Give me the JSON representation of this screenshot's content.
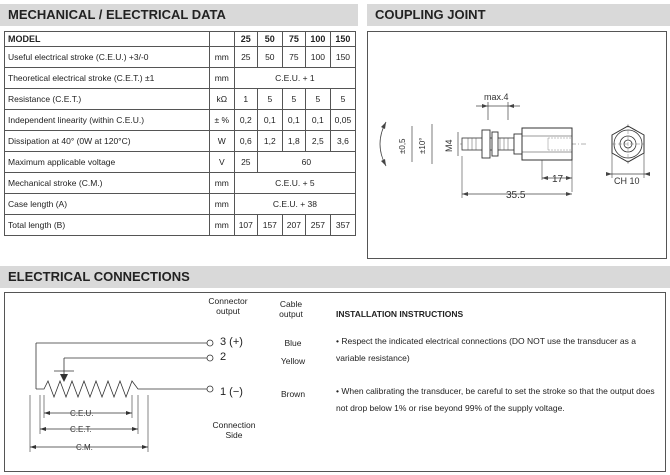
{
  "mech": {
    "title": "MECHANICAL / ELECTRICAL DATA",
    "model_label": "MODEL",
    "models": [
      "25",
      "50",
      "75",
      "100",
      "150"
    ],
    "rows": [
      {
        "label": "Useful electrical stroke (C.E.U.) +3/-0",
        "unit": "mm",
        "cells": [
          "25",
          "50",
          "75",
          "100",
          "150"
        ]
      },
      {
        "label": "Theoretical electrical stroke (C.E.T.) ±1",
        "unit": "mm",
        "merged": "C.E.U. + 1"
      },
      {
        "label": "Resistance  (C.E.T.)",
        "unit": "kΩ",
        "cells": [
          "1",
          "5",
          "5",
          "5",
          "5"
        ]
      },
      {
        "label": "Independent linearity (within C.E.U.)",
        "unit": "± %",
        "cells": [
          "0,2",
          "0,1",
          "0,1",
          "0,1",
          "0,05"
        ]
      },
      {
        "label": "Dissipation at 40° (0W at 120°C)",
        "unit": "W",
        "cells": [
          "0,6",
          "1,2",
          "1,8",
          "2,5",
          "3,6"
        ]
      },
      {
        "label": "Maximum applicable voltage",
        "unit": "V",
        "first": "25",
        "rest": "60"
      },
      {
        "label": "Mechanical stroke (C.M.)",
        "unit": "mm",
        "merged": "C.E.U. + 5"
      },
      {
        "label": "Case length (A)",
        "unit": "mm",
        "merged": "C.E.U. + 38"
      },
      {
        "label": "Total length (B)",
        "unit": "mm",
        "cells": [
          "107",
          "157",
          "207",
          "257",
          "357"
        ]
      }
    ]
  },
  "coupling": {
    "title": "COUPLING JOINT",
    "labels": {
      "max4": "max.4",
      "tol05": "±0,5",
      "tol10": "±10°",
      "m4": "M4",
      "dim17": "17",
      "dim355": "35.5",
      "ch10": "CH 10"
    }
  },
  "conn": {
    "title": "ELECTRICAL CONNECTIONS",
    "connector_output": "Connector\noutput",
    "cable_output": "Cable\noutput",
    "connection_side": "Connection\nSide",
    "pins": [
      {
        "pin": "3 (+)",
        "cable": "Blue"
      },
      {
        "pin": "2",
        "cable": "Yellow"
      },
      {
        "pin": "1 (−)",
        "cable": "Brown"
      }
    ],
    "ceu": "C.E.U.",
    "cet": "C.E.T.",
    "cm": "C.M.",
    "instructions_title": "INSTALLATION INSTRUCTIONS",
    "bullets": [
      "• Respect the indicated electrical connections (DO NOT use the transducer as a variable resistance)",
      "• When calibrating the transducer, be careful to set the stroke so that the output does not drop below 1% or rise beyond 99% of the supply voltage."
    ]
  }
}
